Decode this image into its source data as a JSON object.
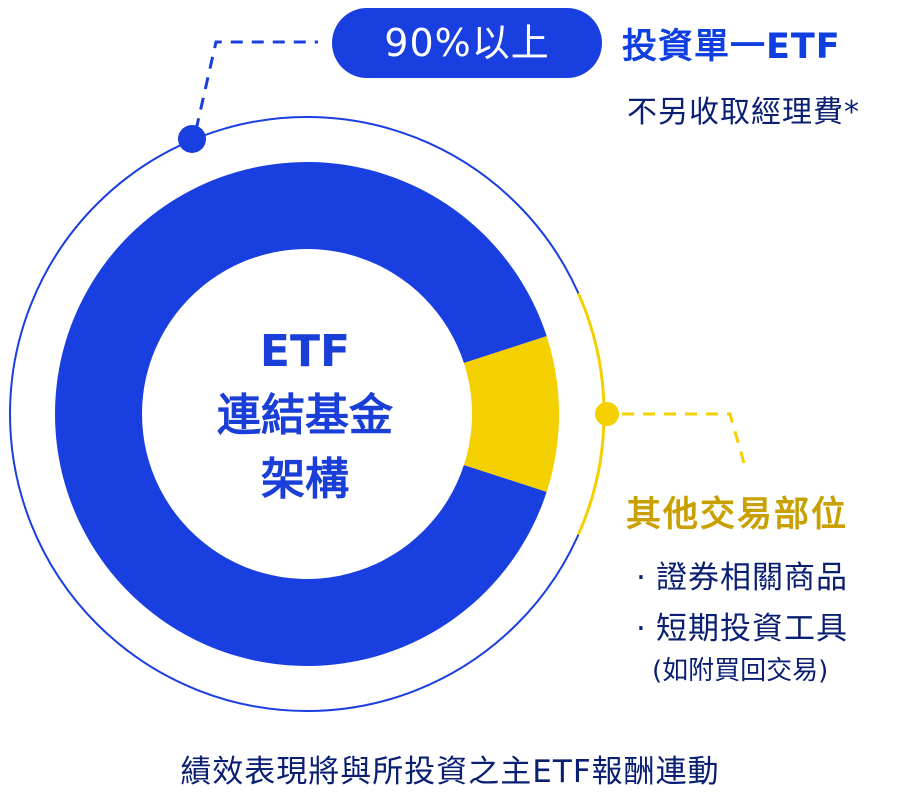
{
  "colors": {
    "primary_blue": "#1a3fe0",
    "yellow": "#f5d000",
    "dark_navy": "#0a1e72",
    "gold_text": "#c9a000",
    "outer_ring": "#1a3fe0"
  },
  "main_etf": {
    "badge": "90%以上",
    "title": "投資單一ETF",
    "subtitle": "不另收取經理費*"
  },
  "center": {
    "line1": "ETF",
    "line2": "連結基金",
    "line3": "架構"
  },
  "other_positions": {
    "title": "其他交易部位",
    "items": [
      "證券相關商品",
      "短期投資工具"
    ],
    "note": "(如附買回交易)"
  },
  "footer": "績效表現將與所投資之主ETF報酬連動",
  "chart_data": {
    "type": "pie",
    "segments": [
      {
        "label": "投資單一ETF",
        "value": 90
      },
      {
        "label": "其他交易部位",
        "value": 10
      }
    ]
  }
}
